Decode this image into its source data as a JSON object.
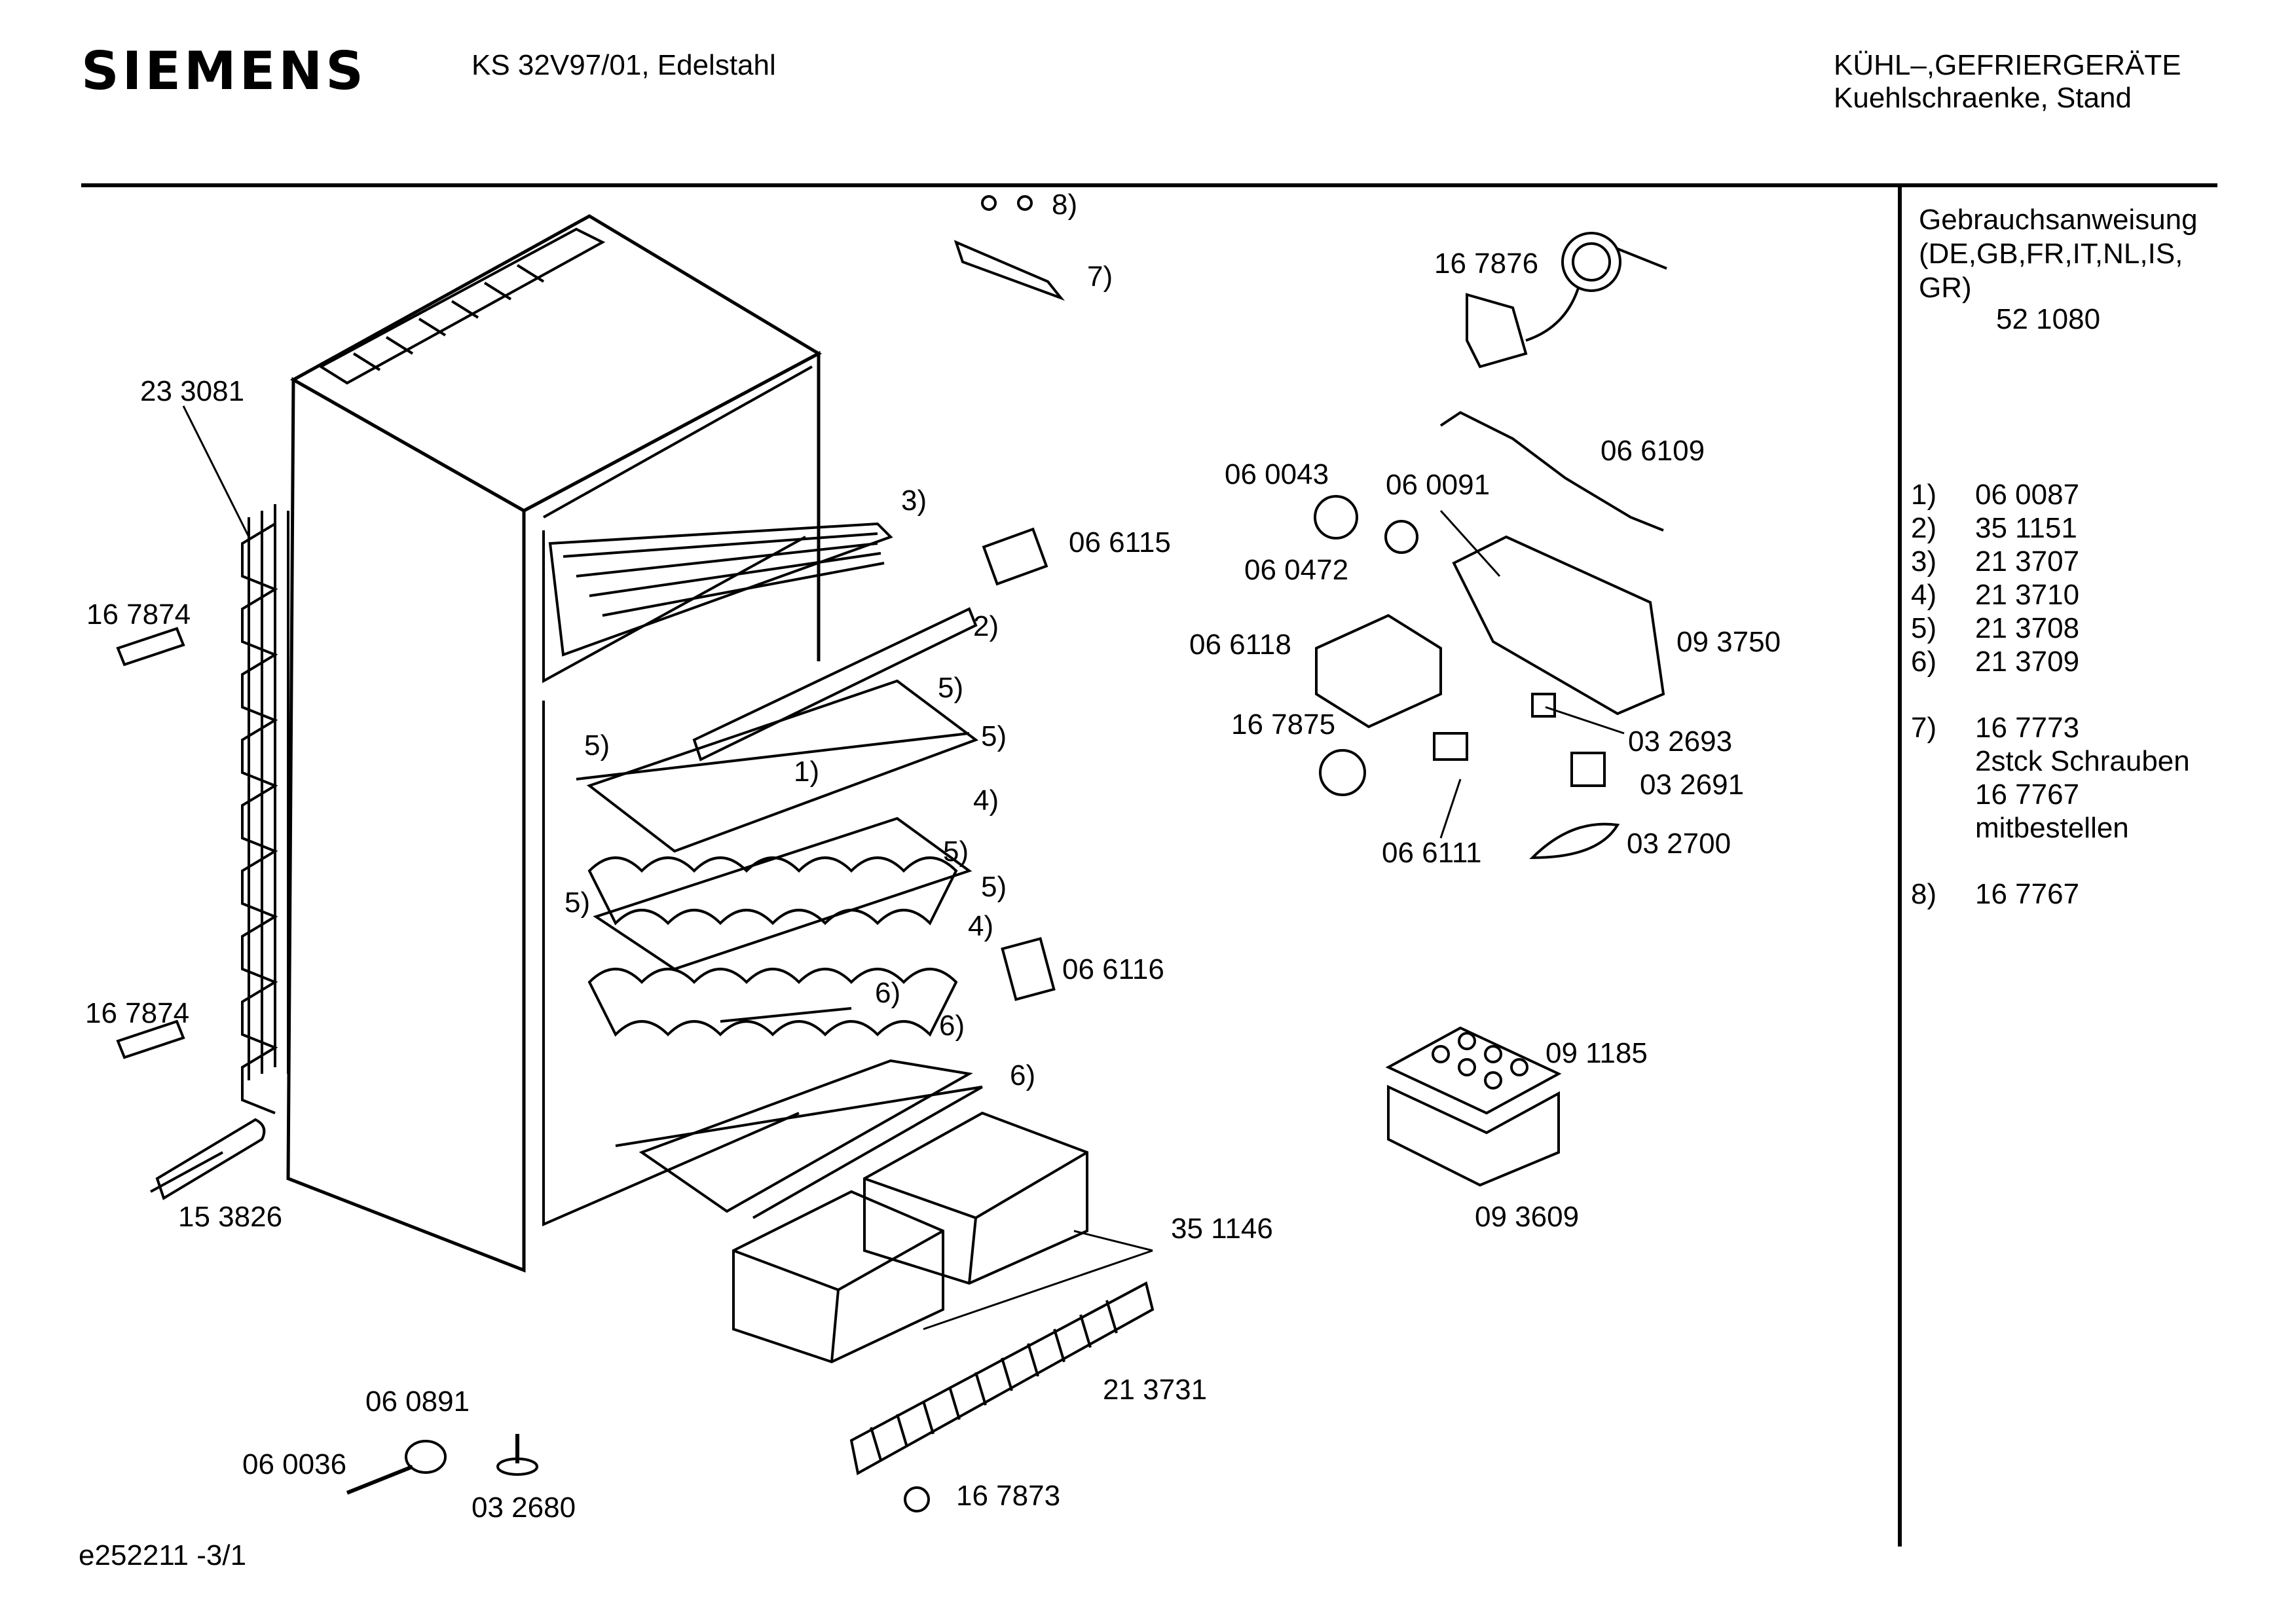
{
  "header": {
    "brand": "SIEMENS",
    "model": "KS 32V97/01, Edelstahl",
    "category": "KÜHL–,GEFRIERGERÄTE",
    "subcategory": "Kuehlschraenke, Stand"
  },
  "manual": {
    "line1": "Gebrauchsanweisung",
    "line2": "(DE,GB,FR,IT,NL,IS,",
    "line3": "GR)",
    "part": "52 1080"
  },
  "legend": [
    {
      "key": "1)",
      "lines": [
        "06 0087"
      ]
    },
    {
      "key": "2)",
      "lines": [
        "35 1151"
      ]
    },
    {
      "key": "3)",
      "lines": [
        "21 3707"
      ]
    },
    {
      "key": "4)",
      "lines": [
        "21 3710"
      ]
    },
    {
      "key": "5)",
      "lines": [
        "21 3708"
      ]
    },
    {
      "key": "6)",
      "lines": [
        "21 3709"
      ]
    },
    {
      "key": "7)",
      "lines": [
        "16 7773",
        "2stck Schrauben",
        "16 7767",
        "mitbestellen"
      ]
    },
    {
      "key": "8)",
      "lines": [
        "16 7767"
      ]
    }
  ],
  "callouts": {
    "p233081": "23 3081",
    "p167874a": "16 7874",
    "p167874b": "16 7874",
    "p153826": "15 3826",
    "p060891": "06 0891",
    "p060036": "06 0036",
    "p032680": "03 2680",
    "p066115": "06 6115",
    "p066116": "06 6116",
    "p351146": "35 1146",
    "p213731": "21 3731",
    "p167873": "16 7873",
    "p167876": "16 7876",
    "p066109": "06 6109",
    "p060043": "06 0043",
    "p060091": "06 0091",
    "p060472": "06 0472",
    "p066118": "06 6118",
    "p093750": "09 3750",
    "p167875": "16 7875",
    "p032693": "03 2693",
    "p032691": "03 2691",
    "p066111": "06 6111",
    "p032700": "03 2700",
    "p091185": "09 1185",
    "p093609": "09 3609",
    "r8": "8)",
    "r7": "7)",
    "r3": "3)",
    "r2": "2)",
    "r5a": "5)",
    "r5b": "5)",
    "r5c": "5)",
    "r5d": "5)",
    "r5e": "5)",
    "r5f": "5)",
    "r1": "1)",
    "r4a": "4)",
    "r4b": "4)",
    "r6a": "6)",
    "r6b": "6)",
    "r6c": "6)"
  },
  "footer": {
    "code": "e252211 -3/1"
  }
}
